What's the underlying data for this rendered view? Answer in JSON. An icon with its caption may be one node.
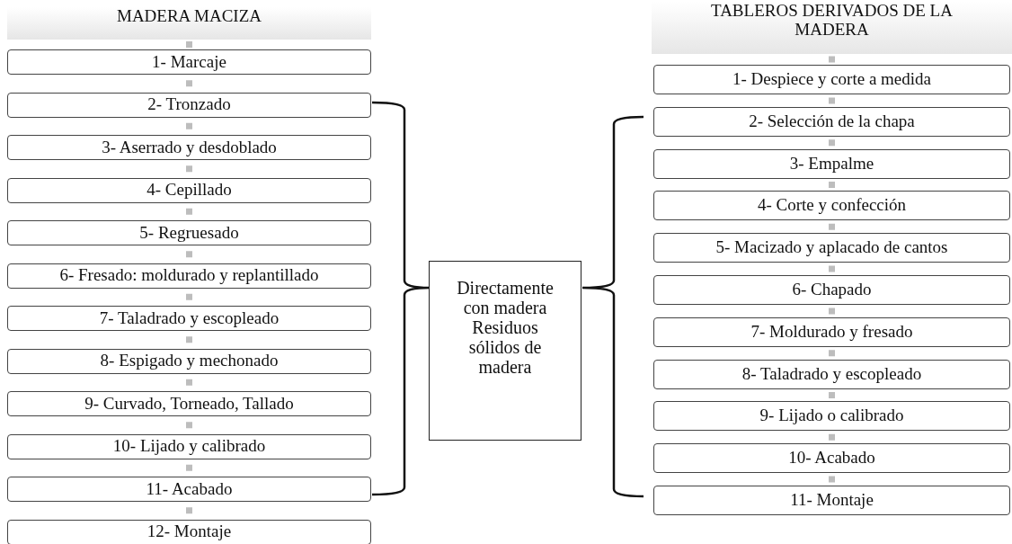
{
  "diagram": {
    "nodes": [
      {
        "text": [
          "MADERA MACIZA"
        ]
      },
      {
        "text": [
          "1- Marcaje"
        ]
      },
      {
        "text": [
          "2- Tronzado"
        ]
      },
      {
        "text": [
          "3- Aserrado y desdoblado"
        ]
      },
      {
        "text": [
          "4- Cepillado"
        ]
      },
      {
        "text": [
          "5- Regruesado"
        ]
      },
      {
        "text": [
          "6- Fresado: moldurado y replantillado"
        ]
      },
      {
        "text": [
          "7- Taladrado y escopleado"
        ]
      },
      {
        "text": [
          "8- Espigado y mechonado"
        ]
      },
      {
        "text": [
          "9- Curvado, Torneado, Tallado"
        ]
      },
      {
        "text": [
          "10- Lijado y calibrado"
        ]
      },
      {
        "text": [
          "11- Acabado"
        ]
      },
      {
        "text": [
          "12- Montaje"
        ]
      },
      {
        "text": [
          "Directamente con madera Residuos sólidos de madera"
        ]
      },
      {
        "text": [
          "TABLEROS DERIVADOS DE LA MADERA"
        ]
      },
      {
        "text": [
          "1- Despiece y corte a medida"
        ]
      },
      {
        "text": [
          "2- Selección de la chapa"
        ]
      },
      {
        "text": [
          "3- Empalme"
        ]
      },
      {
        "text": [
          "4- Corte y confección"
        ]
      },
      {
        "text": [
          "5- Macizado y aplacado de cantos"
        ]
      },
      {
        "text": [
          "6- Chapado"
        ]
      },
      {
        "text": [
          "7- Moldurado y fresado"
        ]
      },
      {
        "text": [
          "8- Taladrado y escopleado"
        ]
      },
      {
        "text": [
          "9- Lijado o calibrado"
        ]
      },
      {
        "text": [
          "10- Acabado"
        ]
      },
      {
        "text": [
          "11- Montaje"
        ]
      }
    ],
    "edges": [
      {
        "from": 0,
        "to": 1,
        "arrow": "none"
      },
      {
        "from": 1,
        "to": 2,
        "arrow": "none"
      },
      {
        "from": 2,
        "to": 3,
        "arrow": "none"
      },
      {
        "from": 3,
        "to": 4,
        "arrow": "none"
      },
      {
        "from": 4,
        "to": 5,
        "arrow": "none"
      },
      {
        "from": 5,
        "to": 6,
        "arrow": "none"
      },
      {
        "from": 6,
        "to": 7,
        "arrow": "none"
      },
      {
        "from": 7,
        "to": 8,
        "arrow": "none"
      },
      {
        "from": 8,
        "to": 9,
        "arrow": "none"
      },
      {
        "from": 9,
        "to": 10,
        "arrow": "none"
      },
      {
        "from": 10,
        "to": 11,
        "arrow": "none"
      },
      {
        "from": 11,
        "to": 12,
        "arrow": "none"
      },
      {
        "from": 14,
        "to": 15,
        "arrow": "none"
      },
      {
        "from": 15,
        "to": 16,
        "arrow": "none"
      },
      {
        "from": 16,
        "to": 17,
        "arrow": "none"
      },
      {
        "from": 17,
        "to": 18,
        "arrow": "none"
      },
      {
        "from": 18,
        "to": 19,
        "arrow": "none"
      },
      {
        "from": 19,
        "to": 20,
        "arrow": "none"
      },
      {
        "from": 20,
        "to": 21,
        "arrow": "none"
      },
      {
        "from": 21,
        "to": 22,
        "arrow": "none"
      },
      {
        "from": 22,
        "to": 23,
        "arrow": "none"
      },
      {
        "from": 23,
        "to": 24,
        "arrow": "none"
      },
      {
        "from": 24,
        "to": 25,
        "arrow": "none"
      }
    ]
  }
}
